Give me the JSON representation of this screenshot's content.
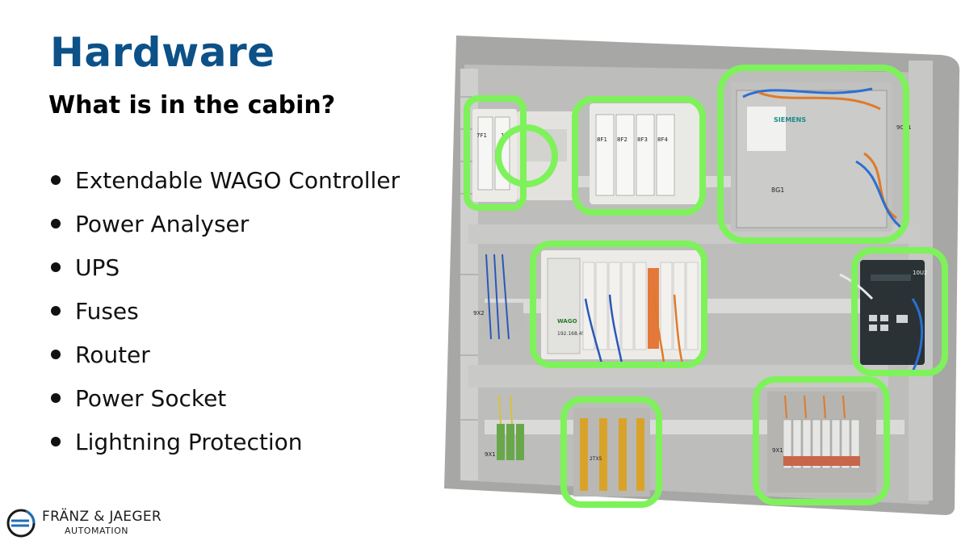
{
  "slide": {
    "title": "Hardware",
    "subtitle": "What is in the cabin?",
    "bullets": [
      "Extendable WAGO Controller",
      "Power Analyser",
      "UPS",
      "Fuses",
      "Router",
      "Power Socket",
      "Lightning Protection"
    ]
  },
  "photo": {
    "labels": {
      "fuse_a": "7F1",
      "fuse_b": "1Q",
      "fuse_c": "8F1",
      "fuse_d": "8F2",
      "fuse_e": "8F3",
      "fuse_f": "8F4",
      "ups_brand": "SIEMENS",
      "ups_id": "8G1",
      "ups_side": "9OF1",
      "router_id": "10U2",
      "terminal_a": "9X2",
      "terminal_b": "9X1",
      "terminal_c": "9X1",
      "surge": "2TX5",
      "wago_brand": "WAGO",
      "wago_ip": "192.168.45.58"
    },
    "highlight_color": "#7ef25a"
  },
  "logo": {
    "name": "FRÄNZ & JAEGER",
    "sub": "AUTOMATION",
    "color_blue": "#1e6fb8",
    "color_dark": "#1b1b1b"
  }
}
